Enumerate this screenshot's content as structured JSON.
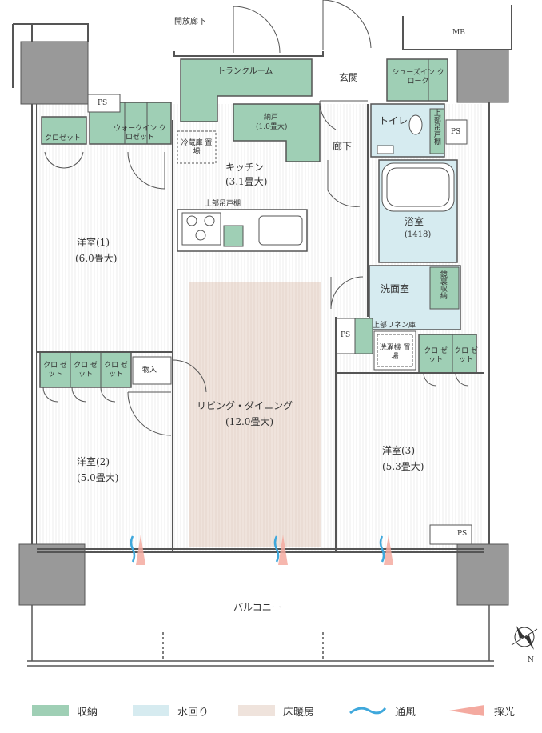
{
  "labels": {
    "corridor": "開放廊下",
    "mb": "MB",
    "ps": "PS",
    "trunk_room": "トランクルーム",
    "entrance": "玄関",
    "shoes_in_closet": "シューズイン クローク",
    "nando": "納戸",
    "nando_size": "(1.0畳大)",
    "toilet": "トイレ",
    "upper_cabinet": "上部吊戸棚",
    "fridge": "冷蔵庫 置場",
    "kitchen": "キッチン",
    "kitchen_size": "(3.1畳大)",
    "hallway": "廊下",
    "bath": "浴室",
    "bath_size": "(1418)",
    "kitchen_upper_cabinet": "上部吊戸棚",
    "washroom": "洗面室",
    "mirror_storage": "鏡裏収納",
    "linen": "上部リネン庫",
    "washer": "洗濯機 置場",
    "closet": "クロゼット",
    "walkin_closet": "ウォークイン クロゼット",
    "room1": "洋室(1)",
    "room1_size": "(6.0畳大)",
    "closet_split": "クロ ゼット",
    "storage": "物入",
    "living": "リビング・ダイニング",
    "living_size": "(12.0畳大)",
    "room2": "洋室(2)",
    "room2_size": "(5.0畳大)",
    "room3": "洋室(3)",
    "room3_size": "(5.3畳大)",
    "balcony": "バルコニー",
    "compass_n": "N"
  },
  "legend": [
    {
      "label": "収納",
      "color": "#9fcfb5"
    },
    {
      "label": "水回り",
      "color": "#d6ebf0"
    },
    {
      "label": "床暖房",
      "color": "#efe3dc"
    },
    {
      "label": "通風",
      "color": "#3fa8dc"
    },
    {
      "label": "採光",
      "color": "#f4aaa0"
    }
  ]
}
